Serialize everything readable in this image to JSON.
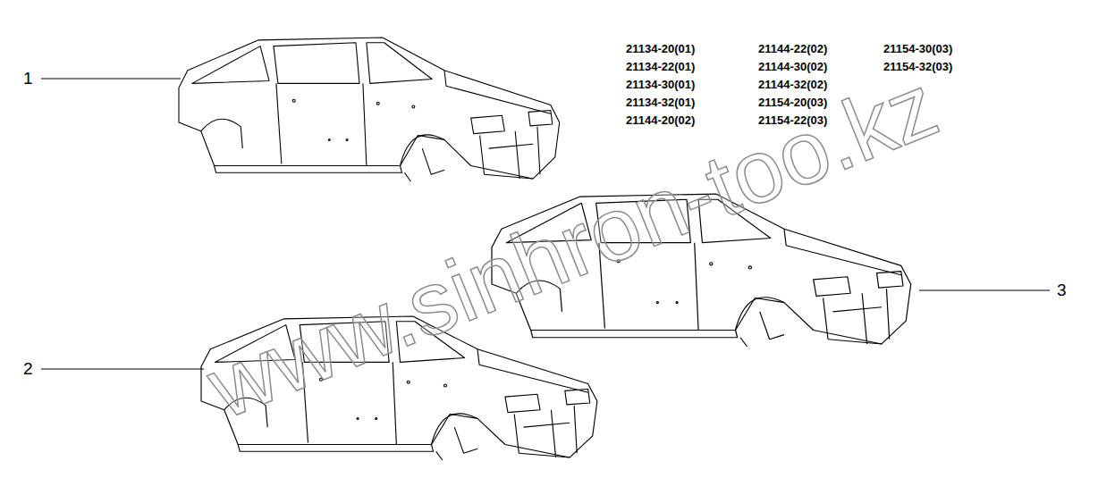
{
  "diagram": {
    "labels": [
      "1",
      "2",
      "3",
      "21134-20(01)",
      "21134-22(01)",
      "21134-30(01)",
      "21134-32(01)",
      "21144-20(02)",
      "21144-22(02)",
      "21144-30(02)",
      "21144-32(02)",
      "21154-20(03)",
      "21154-22(03)",
      "21154-30(03)",
      "21154-32(03)",
      "www.sinhron-too.kz"
    ]
  }
}
